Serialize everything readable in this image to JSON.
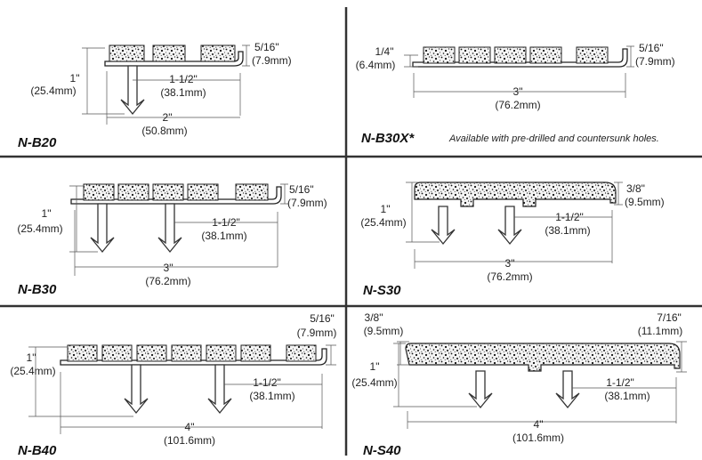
{
  "panels": {
    "b20": {
      "name": "N-B20",
      "height_in": "1\"",
      "height_mm": "(25.4mm)",
      "thickness_in": "5/16\"",
      "thickness_mm": "(7.9mm)",
      "spacing_in": "1-1/2\"",
      "spacing_mm": "(38.1mm)",
      "width_in": "2\"",
      "width_mm": "(50.8mm)"
    },
    "b30x": {
      "name": "N-B30X*",
      "note": "Available with pre-drilled and countersunk holes.",
      "left_in": "1/4\"",
      "left_mm": "(6.4mm)",
      "thickness_in": "5/16\"",
      "thickness_mm": "(7.9mm)",
      "width_in": "3\"",
      "width_mm": "(76.2mm)"
    },
    "b30": {
      "name": "N-B30",
      "height_in": "1\"",
      "height_mm": "(25.4mm)",
      "thickness_in": "5/16\"",
      "thickness_mm": "(7.9mm)",
      "spacing_in": "1-1/2\"",
      "spacing_mm": "(38.1mm)",
      "width_in": "3\"",
      "width_mm": "(76.2mm)"
    },
    "s30": {
      "name": "N-S30",
      "height_in": "1\"",
      "height_mm": "(25.4mm)",
      "thickness_in": "3/8\"",
      "thickness_mm": "(9.5mm)",
      "spacing_in": "1-1/2\"",
      "spacing_mm": "(38.1mm)",
      "width_in": "3\"",
      "width_mm": "(76.2mm)"
    },
    "b40": {
      "name": "N-B40",
      "height_in": "1\"",
      "height_mm": "(25.4mm)",
      "thickness_in": "5/16\"",
      "thickness_mm": "(7.9mm)",
      "spacing_in": "1-1/2\"",
      "spacing_mm": "(38.1mm)",
      "width_in": "4\"",
      "width_mm": "(101.6mm)"
    },
    "s40": {
      "name": "N-S40",
      "height_in": "1\"",
      "height_mm": "(25.4mm)",
      "left_in": "3/8\"",
      "left_mm": "(9.5mm)",
      "thickness_in": "7/16\"",
      "thickness_mm": "(11.1mm)",
      "spacing_in": "1-1/2\"",
      "spacing_mm": "(38.1mm)",
      "width_in": "4\"",
      "width_mm": "(101.6mm)"
    }
  }
}
